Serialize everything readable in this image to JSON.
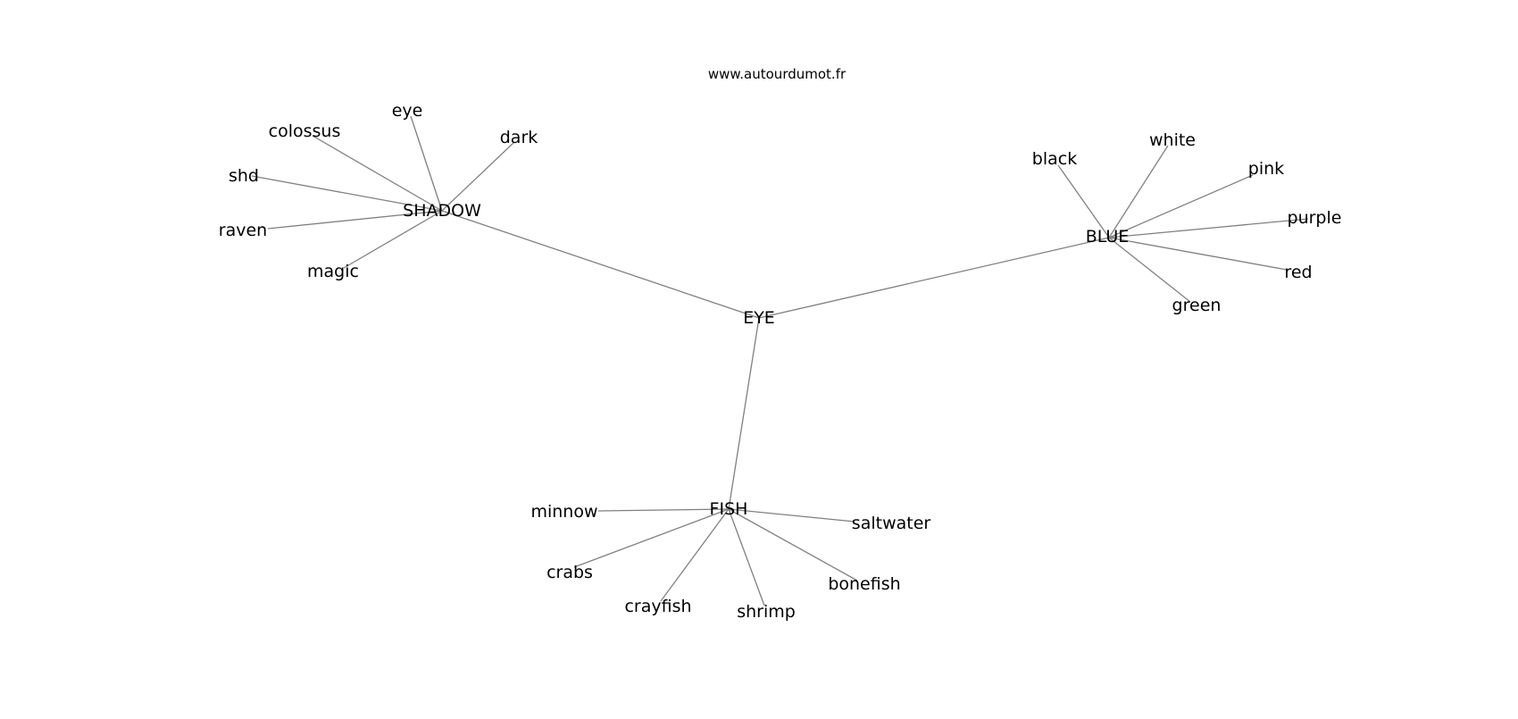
{
  "watermark": "www.autourdumot.fr",
  "graph": {
    "nodes": [
      {
        "id": "EYE",
        "label": "EYE"
      },
      {
        "id": "SHADOW",
        "label": "SHADOW"
      },
      {
        "id": "BLUE",
        "label": "BLUE"
      },
      {
        "id": "FISH",
        "label": "FISH"
      },
      {
        "id": "s-eye",
        "label": "eye"
      },
      {
        "id": "s-colossus",
        "label": "colossus"
      },
      {
        "id": "s-dark",
        "label": "dark"
      },
      {
        "id": "s-shd",
        "label": "shd"
      },
      {
        "id": "s-raven",
        "label": "raven"
      },
      {
        "id": "s-magic",
        "label": "magic"
      },
      {
        "id": "b-black",
        "label": "black"
      },
      {
        "id": "b-white",
        "label": "white"
      },
      {
        "id": "b-pink",
        "label": "pink"
      },
      {
        "id": "b-purple",
        "label": "purple"
      },
      {
        "id": "b-red",
        "label": "red"
      },
      {
        "id": "b-green",
        "label": "green"
      },
      {
        "id": "f-minnow",
        "label": "minnow"
      },
      {
        "id": "f-saltwater",
        "label": "saltwater"
      },
      {
        "id": "f-crabs",
        "label": "crabs"
      },
      {
        "id": "f-crayfish",
        "label": "crayfish"
      },
      {
        "id": "f-shrimp",
        "label": "shrimp"
      },
      {
        "id": "f-bonefish",
        "label": "bonefish"
      }
    ],
    "edges": [
      [
        "EYE",
        "SHADOW"
      ],
      [
        "EYE",
        "BLUE"
      ],
      [
        "EYE",
        "FISH"
      ],
      [
        "SHADOW",
        "s-eye"
      ],
      [
        "SHADOW",
        "s-colossus"
      ],
      [
        "SHADOW",
        "s-dark"
      ],
      [
        "SHADOW",
        "s-shd"
      ],
      [
        "SHADOW",
        "s-raven"
      ],
      [
        "SHADOW",
        "s-magic"
      ],
      [
        "BLUE",
        "b-black"
      ],
      [
        "BLUE",
        "b-white"
      ],
      [
        "BLUE",
        "b-pink"
      ],
      [
        "BLUE",
        "b-purple"
      ],
      [
        "BLUE",
        "b-red"
      ],
      [
        "BLUE",
        "b-green"
      ],
      [
        "FISH",
        "f-minnow"
      ],
      [
        "FISH",
        "f-saltwater"
      ],
      [
        "FISH",
        "f-crabs"
      ],
      [
        "FISH",
        "f-crayfish"
      ],
      [
        "FISH",
        "f-shrimp"
      ],
      [
        "FISH",
        "f-bonefish"
      ]
    ],
    "edge_color": "#808080"
  }
}
